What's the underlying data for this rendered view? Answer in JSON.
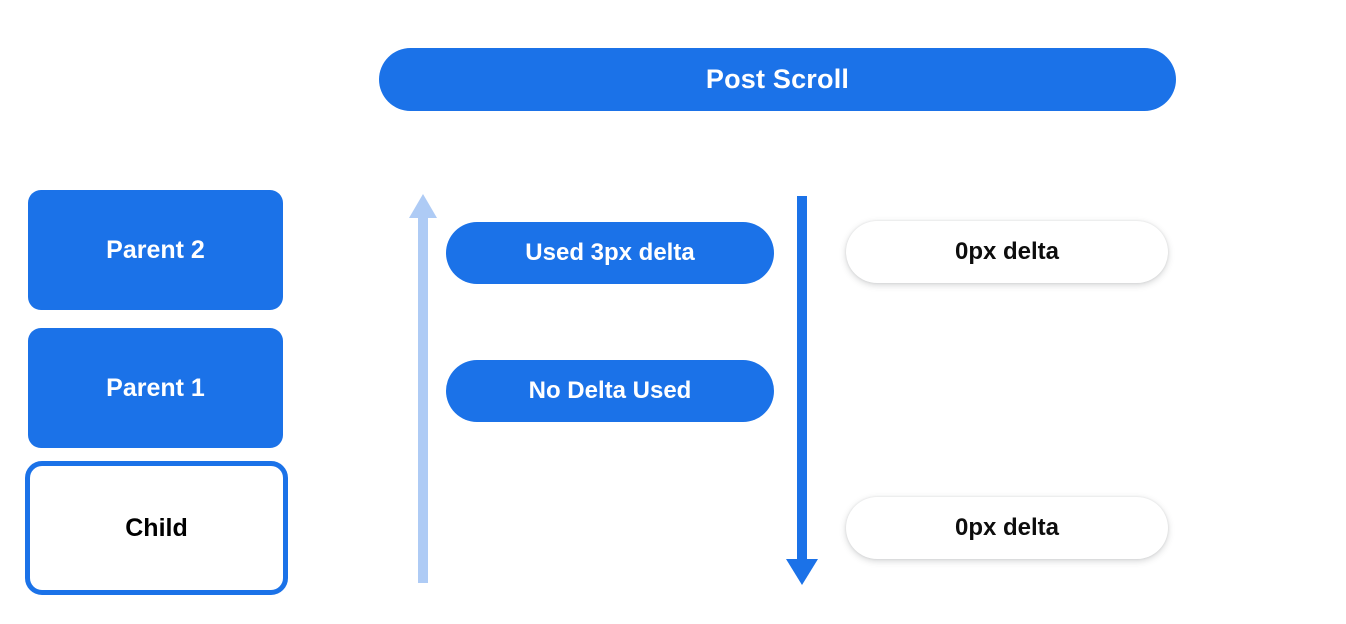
{
  "diagram": {
    "title": "Post Scroll",
    "accent_color": "#1b72e8",
    "arrow_light_color": "#aecbf5",
    "arrow_dark_color": "#1b72e8",
    "left_stack": [
      {
        "label": "Parent 2",
        "style": "filled"
      },
      {
        "label": "Parent 1",
        "style": "filled"
      },
      {
        "label": "Child",
        "style": "outlined"
      }
    ],
    "middle_pills": [
      {
        "label": "Used 3px delta"
      },
      {
        "label": "No Delta Used"
      }
    ],
    "right_pills": [
      {
        "label": "0px delta"
      },
      {
        "label": "0px delta"
      }
    ],
    "arrows": [
      {
        "name": "up-arrow",
        "direction": "up",
        "color": "#aecbf5"
      },
      {
        "name": "down-arrow",
        "direction": "down",
        "color": "#1b72e8"
      }
    ]
  }
}
